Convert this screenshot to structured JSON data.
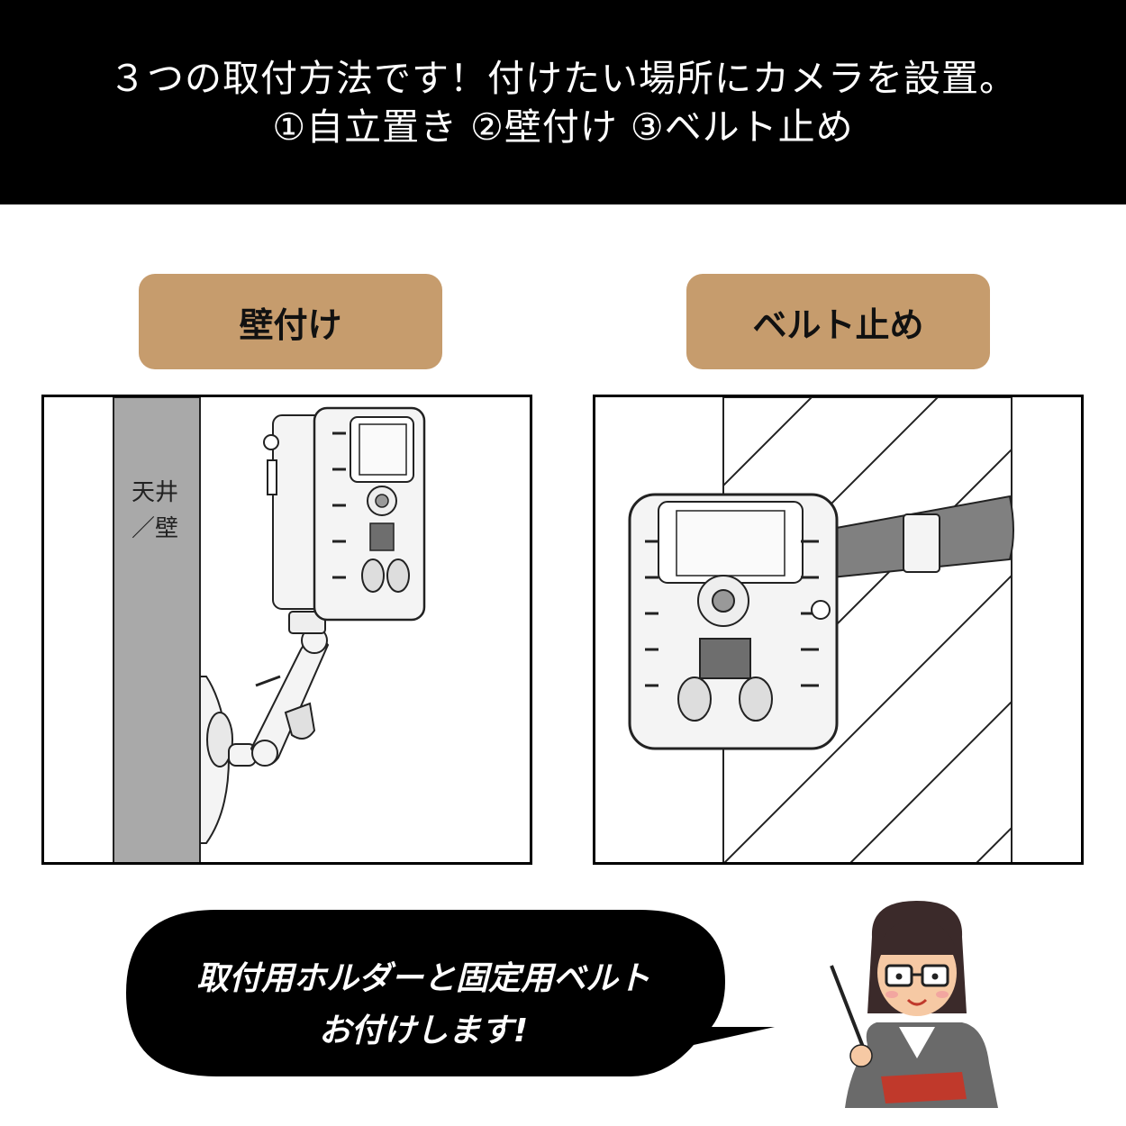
{
  "header": {
    "line1": "３つの取付方法です！付けたい場所にカメラを設置。",
    "line2": "①自立置き ②壁付け ③ベルト止め"
  },
  "tags": {
    "wall_mount": "壁付け",
    "belt_mount": "ベルト止め"
  },
  "wall_panel": {
    "label_line1": "天井",
    "label_line2": "／壁"
  },
  "bubble": {
    "line1": "取付用ホルダーと固定用ベルト",
    "line2": "お付けします!"
  },
  "colors": {
    "banner": "#000000",
    "tag": "#C69C6D",
    "wall_gray": "#A9A9A9",
    "strap_gray": "#808080",
    "camera_fill": "#F4F4F4",
    "camera_dark": "#6E6E6E"
  }
}
